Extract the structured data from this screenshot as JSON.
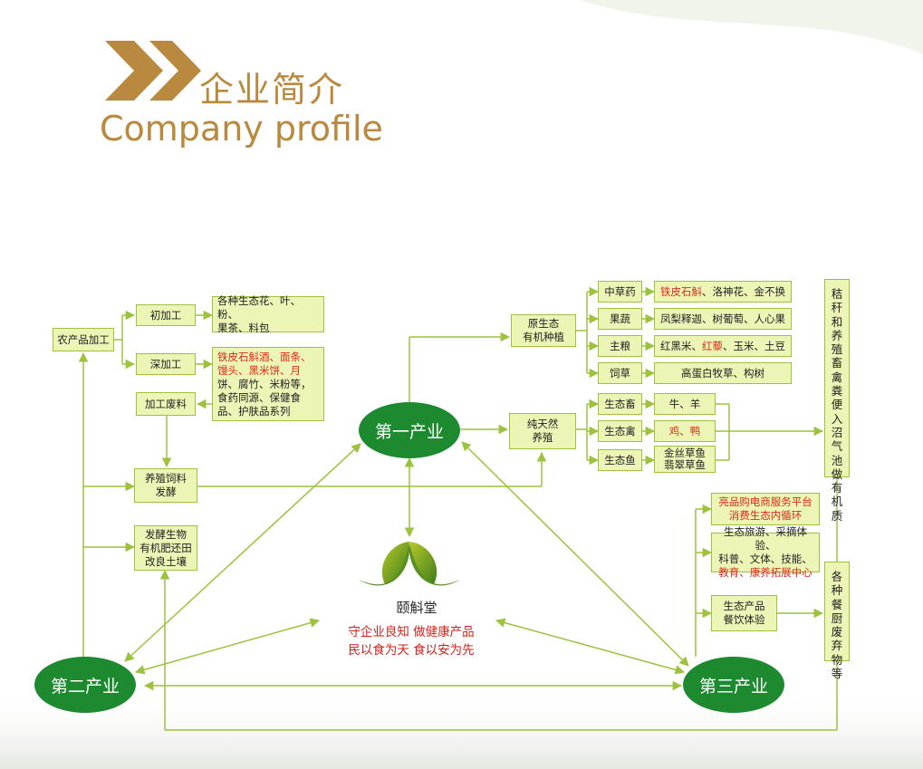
{
  "header": {
    "title_cn": "企业简介",
    "title_en": "Company profile",
    "accent_color": "#b8893e"
  },
  "sectors": {
    "primary": "第一产业",
    "secondary": "第二产业",
    "tertiary": "第三产业"
  },
  "brand": {
    "name": "颐斛堂",
    "slogan_line1": "守企业良知 做健康产品",
    "slogan_line2": "民以食为天 食以安为先"
  },
  "left": {
    "agri_processing": "农产品加工",
    "primary_processing": "初加工",
    "primary_products": [
      "各种生态花、叶、粉、",
      "果茶、料包"
    ],
    "deep_processing": "深加工",
    "deep_products": [
      "铁皮石斛酒、面条、",
      "馒头、黑米饼、月",
      "饼、腐竹、米粉等，",
      "食药同源、保健食",
      "品、护肤品系列"
    ],
    "processing_waste": "加工废料",
    "feed": [
      "养殖饲料",
      "发酵"
    ],
    "fertilizer": [
      "发酵生物",
      "有机肥还田",
      "改良土壤"
    ]
  },
  "right": {
    "planting": [
      "原生态",
      "有机种植"
    ],
    "herbs": "中草药",
    "herbs_items": {
      "red": "铁皮石斛",
      "rest": "、洛神花、金不换"
    },
    "fruits_veg": "果蔬",
    "fruits_veg_items": "凤梨释迦、树葡萄、人心果",
    "grains": "主粮",
    "grains_items": {
      "a": "红黑米、",
      "red": "红藜",
      "b": "、玉米、土豆"
    },
    "forage": "饲草",
    "forage_items": "高蛋白牧草、构树",
    "breeding": [
      "纯天然",
      "养殖"
    ],
    "livestock": "生态畜",
    "livestock_items": "牛、羊",
    "poultry": "生态禽",
    "poultry_items": "鸡、鸭",
    "fish": "生态鱼",
    "fish_items": [
      "金丝草鱼",
      "翡翠草鱼"
    ],
    "straw_column": "秸秆和养殖畜禽粪便入沼气池做有机质",
    "waste_column": "各种餐厨废弃物等",
    "ecommerce": [
      "亮品购电商服务平台",
      "消费生态内循环"
    ],
    "tourism": [
      "生态旅游、采摘体验、",
      "科普、文体、技能、",
      "教育、康养拓展中心"
    ],
    "catering": [
      "生态产品",
      "餐饮体验"
    ]
  },
  "colors": {
    "box_fill": "#ecf5b5",
    "box_border": "#9cc23e",
    "oval": "#1d8a2f",
    "arrow": "#9cc23e",
    "highlight": "#e02a1a"
  }
}
